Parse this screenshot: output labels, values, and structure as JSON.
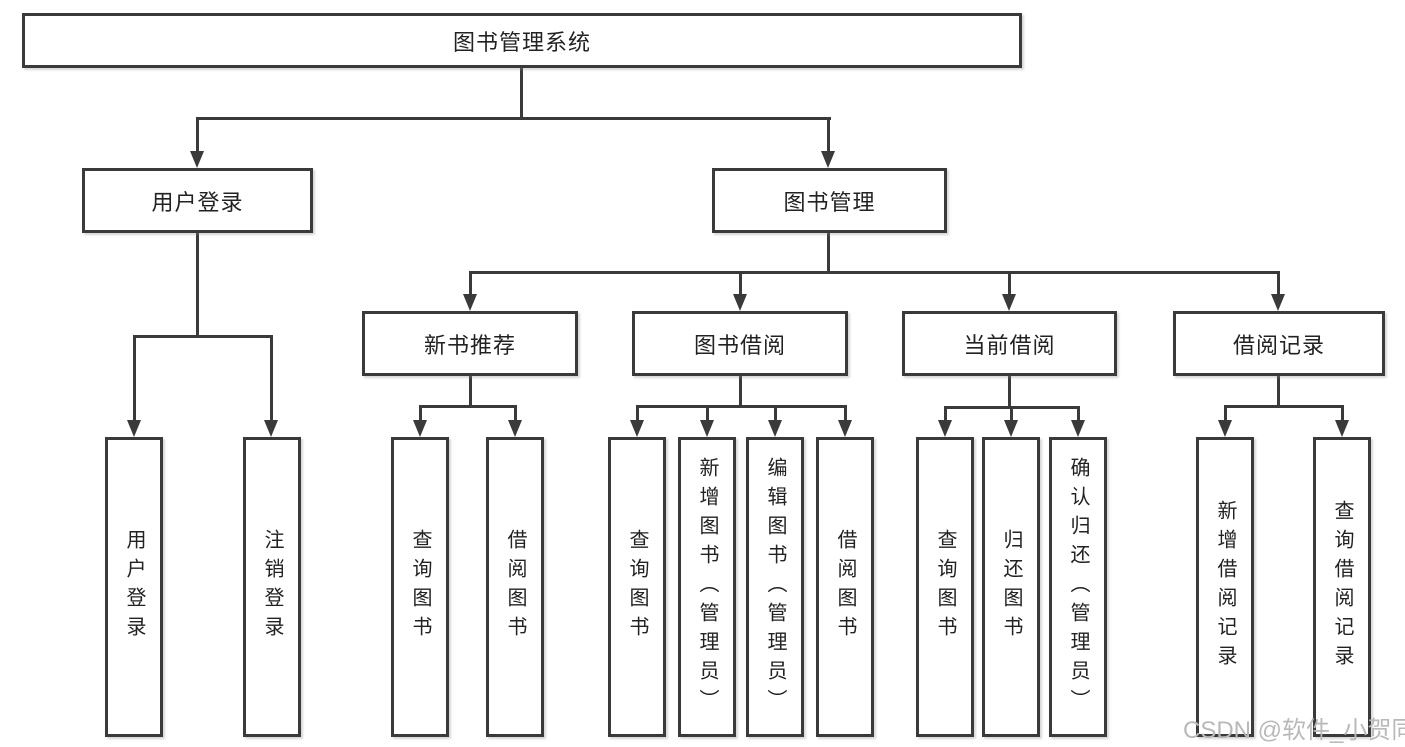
{
  "diagram": {
    "root": {
      "label": "图书管理系统"
    },
    "level2": {
      "user_login": {
        "label": "用户登录"
      },
      "book_mgmt": {
        "label": "图书管理"
      }
    },
    "level3": {
      "new_book_rec": {
        "label": "新书推荐"
      },
      "book_borrow": {
        "label": "图书借阅"
      },
      "current_borrow": {
        "label": "当前借阅"
      },
      "borrow_record": {
        "label": "借阅记录"
      }
    },
    "leaves": {
      "user_login": {
        "label": "用户登录"
      },
      "logout": {
        "label": "注销登录"
      },
      "rec_query_book": {
        "label": "查询图书"
      },
      "rec_borrow_book": {
        "label": "借阅图书"
      },
      "bb_query_book": {
        "label": "查询图书"
      },
      "bb_add_book": {
        "label": "新增图书（管理员）"
      },
      "bb_edit_book": {
        "label": "编辑图书（管理员）"
      },
      "bb_borrow_book": {
        "label": "借阅图书"
      },
      "cb_query_book": {
        "label": "查询图书"
      },
      "cb_return_book": {
        "label": "归还图书"
      },
      "cb_confirm_return": {
        "label": "确认归还（管理员）"
      },
      "br_add_record": {
        "label": "新增借阅记录"
      },
      "br_query_record": {
        "label": "查询借阅记录"
      }
    }
  },
  "watermark": {
    "text": "CSDN @软件_小贺同学"
  },
  "colors": {
    "line": "#3a3a3a",
    "text": "#222222",
    "watermark": "#b9b9b9",
    "background": "#ffffff"
  }
}
